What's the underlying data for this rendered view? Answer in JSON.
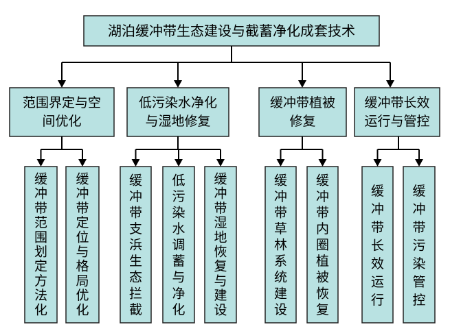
{
  "diagram": {
    "root": {
      "label": "湖泊缓冲带生态建设与截蓄净化成套技术"
    },
    "branches": [
      {
        "lines": [
          "范围界定与空",
          "间优化"
        ],
        "children": [
          {
            "label": "缓冲带范围划定方法化"
          },
          {
            "label": "缓冲带定位与格局优化"
          }
        ]
      },
      {
        "lines": [
          "低污染水净化",
          "与湿地修复"
        ],
        "children": [
          {
            "label": "缓冲带支浜生态拦截"
          },
          {
            "label": "低污染水调蓄与净化"
          },
          {
            "label": "缓冲带湿地恢复与建设"
          }
        ]
      },
      {
        "lines": [
          "缓冲带植被",
          "修复"
        ],
        "children": [
          {
            "label": "缓冲带草林系统建设"
          },
          {
            "label": "缓冲带内圈植被恢复"
          }
        ]
      },
      {
        "lines": [
          "缓冲带长效",
          "运行与管控"
        ],
        "children": [
          {
            "label": "缓冲带长效运行"
          },
          {
            "label": "缓冲带污染管控"
          }
        ]
      }
    ]
  },
  "colors": {
    "box_fill": "#b9e2e2",
    "box_stroke": "#222222",
    "line": "#000000"
  }
}
